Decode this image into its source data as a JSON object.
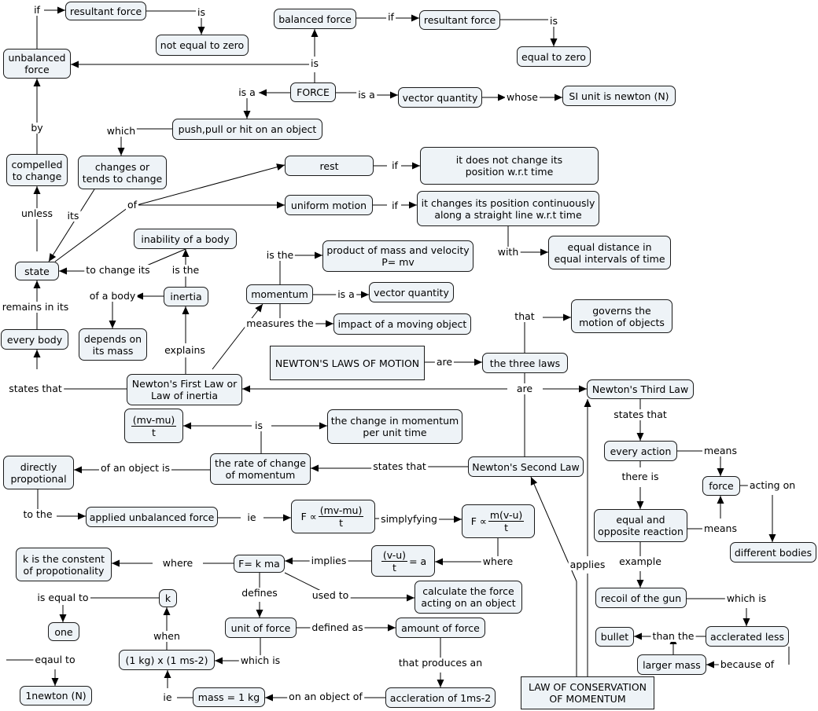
{
  "nodes": {
    "resultant_force_1": "resultant force",
    "not_equal_zero": "not equal to zero",
    "balanced_force": "balanced force",
    "resultant_force_2": "resultant force",
    "equal_zero": "equal to zero",
    "unbalanced_force": [
      "unbalanced",
      "force"
    ],
    "force": "FORCE",
    "vector_quantity_1": "vector quantity",
    "si_unit": "SI unit is newton (N)",
    "push_pull": "push,pull or hit on an object",
    "compelled": [
      "compelled",
      "to change"
    ],
    "changes": [
      "changes or",
      "tends to change"
    ],
    "rest": "rest",
    "not_change_pos": [
      "it does not change its",
      "position w.r.t time"
    ],
    "uniform_motion": "uniform motion",
    "changes_pos": [
      "it changes its position continuously",
      "along a straight line w.r.t time"
    ],
    "equal_distance": [
      "equal distance in",
      "equal intervals of time"
    ],
    "inability": "inability of a body",
    "product_mass": [
      "product of mass and velocity",
      "P= mv"
    ],
    "state": "state",
    "inertia": "inertia",
    "momentum": "momentum",
    "vector_quantity_2": "vector quantity",
    "impact": "impact of a moving object",
    "governs": [
      "governs the",
      "motion of objects"
    ],
    "every_body": "every body",
    "depends_mass": [
      "depends on",
      "its mass"
    ],
    "newtons_laws": "NEWTON'S LAWS OF MOTION",
    "three_laws": "the three laws",
    "first_law": [
      "Newton's First Law or",
      "Law of inertia"
    ],
    "third_law": "Newton's Third Law",
    "mv_mu_t": {
      "num": "(mv-mu)",
      "den": "t"
    },
    "change_momentum": [
      "the change in momentum",
      "per unit time"
    ],
    "every_action": "every action",
    "directly_prop": [
      "directly",
      "propotional"
    ],
    "rate_change": [
      "the rate of change",
      "of momentum"
    ],
    "second_law": "Newton's Second Law",
    "force_small": "force",
    "applied_force": "applied unbalanced force",
    "f_prop_1": {
      "pre": "F ∝",
      "num": "(mv-mu)",
      "den": "t"
    },
    "f_prop_2": {
      "pre": "F ∝",
      "num": "m(v-u)",
      "den": "t"
    },
    "equal_opposite": [
      "equal and",
      "opposite reaction"
    ],
    "different_bodies": "different bodies",
    "k_constant": [
      "k is the constent",
      "of propotionality"
    ],
    "f_kma": "F= k ma",
    "vu_t": {
      "num": "(v-u)",
      "den": "t",
      "post": "= a"
    },
    "k": "k",
    "calc_force": [
      "calculate the force",
      "acting on an object"
    ],
    "recoil": "recoil of the gun",
    "one": "one",
    "unit_force": "unit of force",
    "amount_force": "amount of force",
    "bullet": "bullet",
    "accelerated_less": "acclerated less",
    "one_kg_ms": "(1 kg) x (1 ms-2)",
    "larger_mass": "larger mass",
    "one_newton": "1newton (N)",
    "mass_1kg": "mass = 1 kg",
    "accleration": "accleration of 1ms-2",
    "conservation": [
      "LAW OF CONSERVATION",
      "OF MOMENTUM"
    ]
  },
  "labels": {
    "if_1": "if",
    "is_1": "is",
    "if_2": "if",
    "is_2": "is",
    "is_main": "is",
    "is_a_left": "is a",
    "is_a_right": "is a",
    "whose": "whose",
    "which": "which",
    "by": "by",
    "unless": "unless",
    "its": "its",
    "of": "of",
    "if_rest": "if",
    "if_uniform": "if",
    "with": "with",
    "to_change_its": "to change its",
    "is_the_inertia": "is the",
    "of_a_body": "of a body",
    "is_the_mom": "is the",
    "is_a_mom": "is a",
    "measures_the": "measures the",
    "remains_in_its": "remains in its",
    "explains": "explains",
    "that": "that",
    "are_1": "are",
    "are_2": "are",
    "states_that_first": "states that",
    "states_that_third": "states that",
    "is_rate": "is",
    "of_an_object_is": "of an object is",
    "states_that_second": "states that",
    "means_1": "means",
    "there_is": "there is",
    "acting_on": "acting on",
    "means_2": "means",
    "to_the": "to the",
    "ie_1": "ie",
    "simplyfying": "simplyfying",
    "where_1": "where",
    "where_2": "where",
    "implies": "implies",
    "example": "example",
    "applies": "applies",
    "is_equal_to": "is equal to",
    "defines": "defines",
    "used_to": "used to",
    "which_is_gun": "which is",
    "when": "when",
    "defined_as": "defined as",
    "than_the": "than the",
    "eqaul_to": "eqaul to",
    "which_is_unit": "which is",
    "that_produces_an": "that produces an",
    "because_of": "because of",
    "ie_2": "ie",
    "on_an_object_of": "on an object of"
  }
}
